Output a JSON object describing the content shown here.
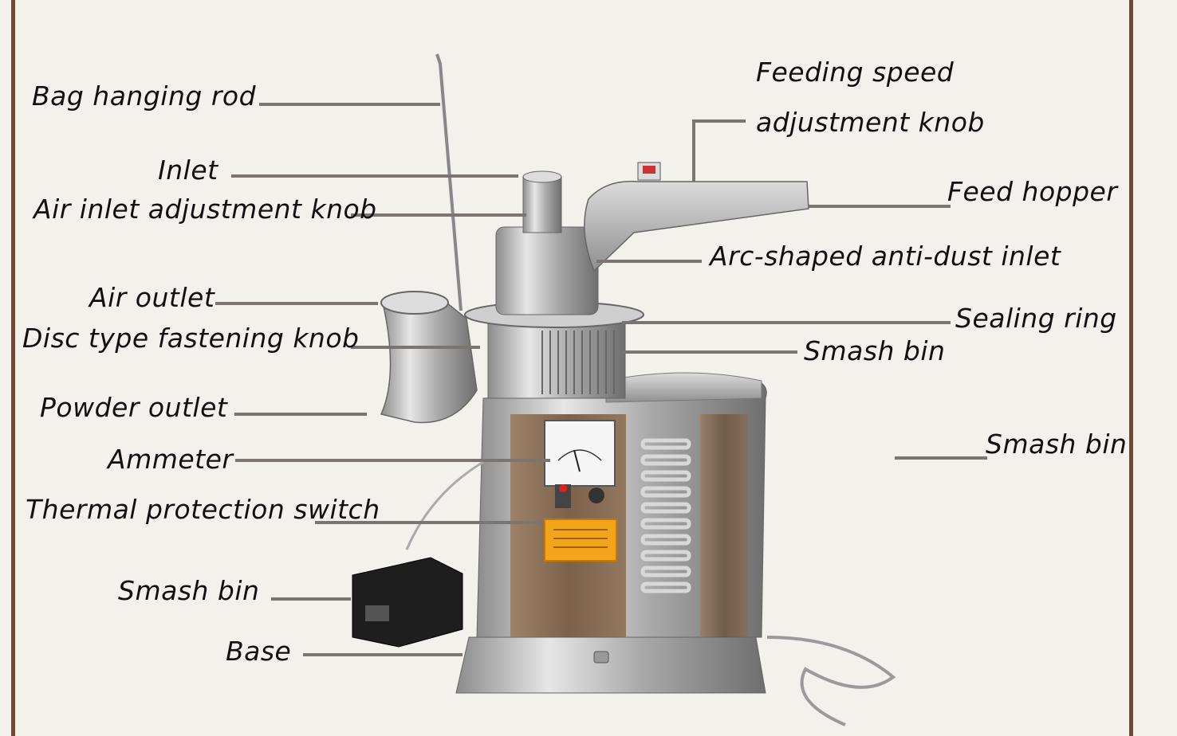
{
  "labels": {
    "bag_hanging_rod": "Bag hanging rod",
    "inlet": "Inlet",
    "air_inlet_knob": "Air inlet adjustment knob",
    "air_outlet": "Air outlet",
    "disc_knob": "Disc type fastening knob",
    "powder_outlet": "Powder outlet",
    "ammeter": "Ammeter",
    "thermal_switch": "Thermal protection switch",
    "smash_bin_left": "Smash bin",
    "base": "Base",
    "feeding_speed_1": "Feeding speed",
    "feeding_speed_2": "adjustment knob",
    "feed_hopper": "Feed hopper",
    "arc_inlet": "Arc-shaped anti-dust inlet",
    "sealing_ring": "Sealing ring",
    "smash_bin_mid": "Smash bin",
    "smash_bin_right": "Smash bin"
  },
  "colors": {
    "background": "#f3f1ec",
    "frame": "#6b4a36",
    "leader": "#7a7570",
    "steel": "#b8b8b8",
    "wood_panel": "#7a5538",
    "warning_label": "#f2a51b"
  }
}
